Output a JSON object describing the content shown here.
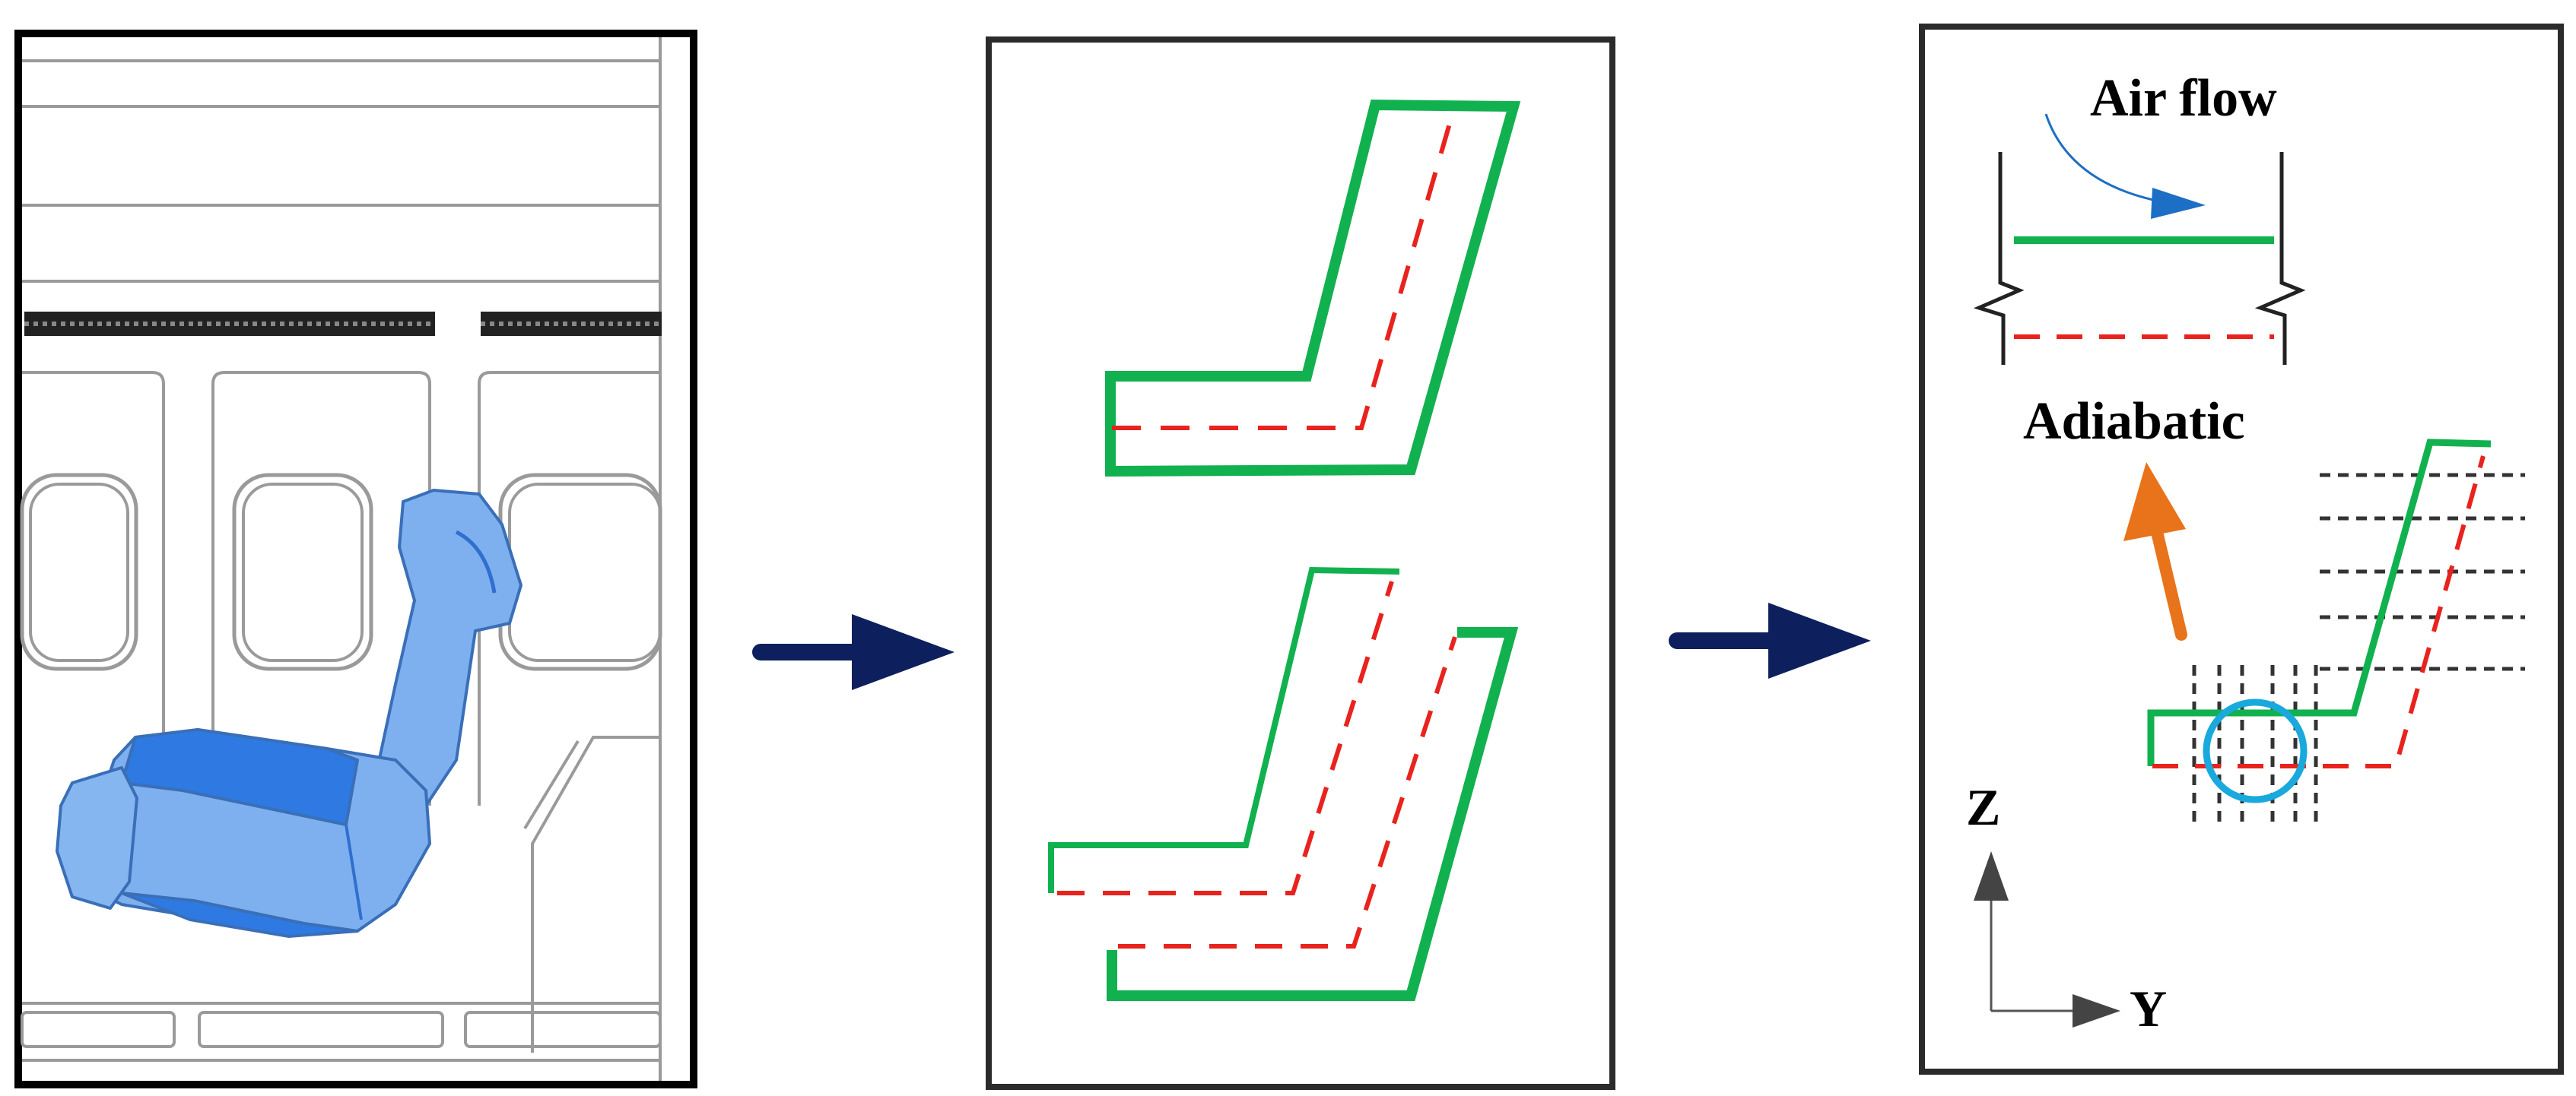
{
  "labels": {
    "air_flow": "Air flow",
    "adiabatic": "Adiabatic",
    "axis_z": "Z",
    "axis_y": "Y"
  },
  "colors": {
    "panel_border": "#2b2b2b",
    "seat_blue": "#5b9be8",
    "seat_blue_dark": "#2f78e0",
    "model_green": "#12b14f",
    "model_red": "#e8231e",
    "arrow_navy": "#0d1f5c",
    "arrow_orange": "#e8731a",
    "flow_blue": "#1c6fc4",
    "circle_cyan": "#19a9dc",
    "grid_dash": "#333333"
  },
  "icons": [
    "flow-arrow-icon",
    "upward-arrow-icon",
    "z-axis-arrow-icon",
    "y-axis-arrow-icon"
  ]
}
